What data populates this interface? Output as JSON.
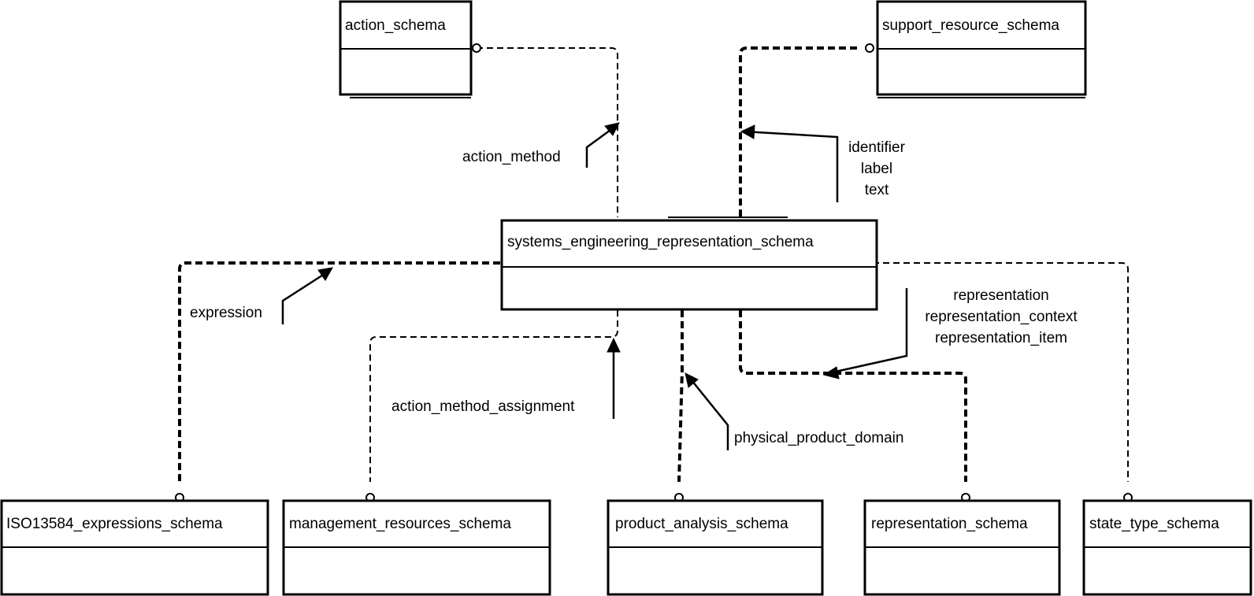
{
  "diagram": {
    "type": "EXPRESS-G schema-level diagram",
    "central_schema": "systems_engineering_representation_schema",
    "schemas": {
      "action_schema": "action_schema",
      "support_resource_schema": "support_resource_schema",
      "systems_engineering_representation_schema": "systems_engineering_representation_schema",
      "iso13584_expressions_schema": "ISO13584_expressions_schema",
      "management_resources_schema": "management_resources_schema",
      "product_analysis_schema": "product_analysis_schema",
      "representation_schema": "representation_schema",
      "state_type_schema": "state_type_schema"
    },
    "references": {
      "action_method": [
        "action_method"
      ],
      "identifier_label_text": [
        "identifier",
        "label",
        "text"
      ],
      "expression": [
        "expression"
      ],
      "action_method_assignment": [
        "action_method_assignment"
      ],
      "physical_product_domain": [
        "physical_product_domain"
      ],
      "representation_items": [
        "representation",
        "representation_context",
        "representation_item"
      ]
    },
    "links": [
      {
        "from": "systems_engineering_representation_schema",
        "to": "action_schema",
        "items": [
          "action_method"
        ]
      },
      {
        "from": "systems_engineering_representation_schema",
        "to": "support_resource_schema",
        "items": [
          "identifier",
          "label",
          "text"
        ]
      },
      {
        "from": "systems_engineering_representation_schema",
        "to": "ISO13584_expressions_schema",
        "items": [
          "expression"
        ]
      },
      {
        "from": "systems_engineering_representation_schema",
        "to": "management_resources_schema",
        "items": [
          "action_method_assignment"
        ]
      },
      {
        "from": "systems_engineering_representation_schema",
        "to": "product_analysis_schema",
        "items": [
          "physical_product_domain"
        ]
      },
      {
        "from": "systems_engineering_representation_schema",
        "to": "representation_schema",
        "items": [
          "representation",
          "representation_context",
          "representation_item"
        ]
      },
      {
        "from": "systems_engineering_representation_schema",
        "to": "state_type_schema",
        "items": []
      }
    ]
  }
}
